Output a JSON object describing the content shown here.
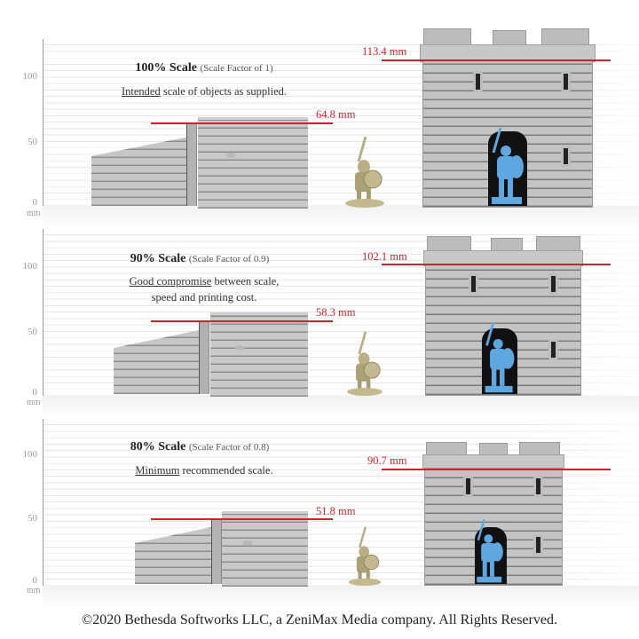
{
  "axis": {
    "ticks": [
      "100",
      "50",
      "0"
    ],
    "unit": "mm"
  },
  "panels": [
    {
      "title_bold": "100% Scale",
      "title_paren": "(Scale Factor of 1)",
      "desc_underlined": "Intended",
      "desc_rest": " scale of objects as supplied.",
      "desc_line2": "",
      "wall_height_label": "64.8 mm",
      "tower_height_label": "113.4 mm"
    },
    {
      "title_bold": "90% Scale",
      "title_paren": "(Scale Factor of 0.9)",
      "desc_underlined": "Good compromise",
      "desc_rest": " between scale,",
      "desc_line2": "speed and printing cost.",
      "wall_height_label": "58.3 mm",
      "tower_height_label": "102.1 mm"
    },
    {
      "title_bold": "80% Scale",
      "title_paren": "(Scale Factor of 0.8)",
      "desc_underlined": "Minimum",
      "desc_rest": " recommended scale.",
      "desc_line2": "",
      "wall_height_label": "51.8 mm",
      "tower_height_label": "90.7 mm"
    }
  ],
  "colors": {
    "measure": "#c9262c",
    "blue_figure": "#5ea7e0",
    "gold_figure": "#b9ae84",
    "stone": "#bfbfbf"
  },
  "footer": "©2020 Bethesda Softworks LLC, a ZeniMax Media company. All Rights Reserved."
}
